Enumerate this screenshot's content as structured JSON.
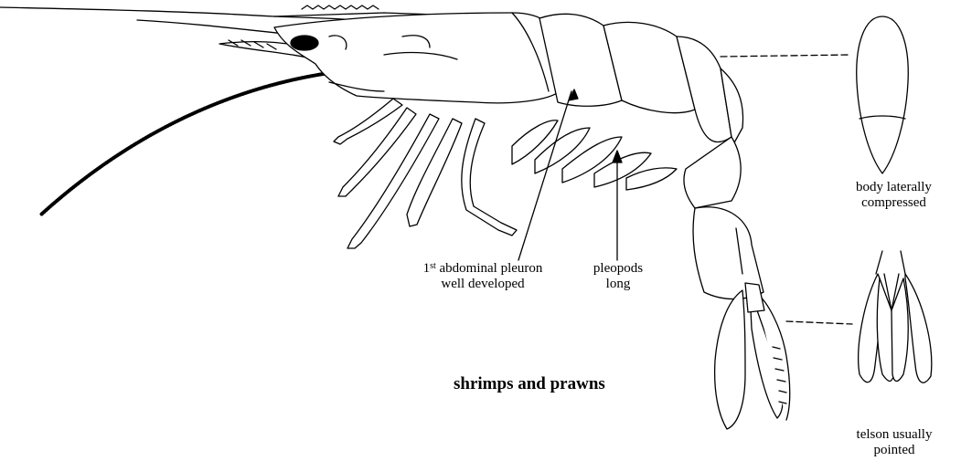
{
  "figure": {
    "title": "shrimps and prawns",
    "labels": {
      "pleuron_sup": "st",
      "pleuron_num": "1",
      "pleuron_line1": "abdominal pleuron",
      "pleuron_line2": "well developed",
      "pleopods_line1": "pleopods",
      "pleopods_line2": "long",
      "body_line1": "body laterally",
      "body_line2": "compressed",
      "telson_line1": "telson usually",
      "telson_line2": "pointed"
    },
    "line_color": "#000000",
    "fill_color": "#ffffff"
  }
}
